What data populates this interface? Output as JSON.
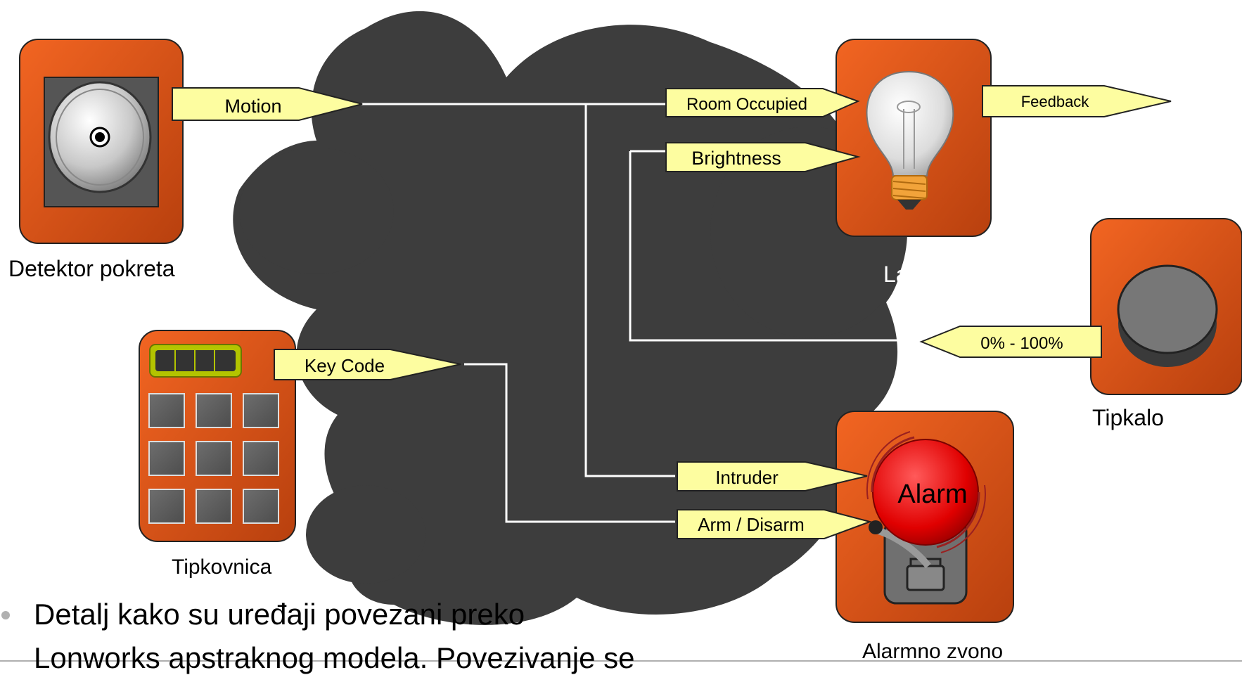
{
  "devices": {
    "motion_detector": {
      "caption": "Detektor pokreta"
    },
    "lamp": {
      "caption": "Lampa"
    },
    "button": {
      "caption": "Tipkalo"
    },
    "keypad": {
      "caption": "Tipkovnica"
    },
    "alarm": {
      "caption": "Alarmno zvono",
      "bell_text": "Alarm"
    }
  },
  "variables": {
    "motion": "Motion",
    "room_occupied": "Room Occupied",
    "feedback": "Feedback",
    "brightness": "Brightness",
    "percent": "0% - 100%",
    "key_code": "Key Code",
    "intruder": "Intruder",
    "arm_disarm": "Arm / Disarm"
  },
  "bullet": {
    "line1": "Detalj kako su uređaji povezani preko",
    "line2": "Lonworks apstraknog modela. Povezivanje se"
  },
  "colors": {
    "cloud": "#3d3d3d",
    "device_orange": "#e8541a",
    "label_yellow": "#fdfda0",
    "wire": "#ffffff"
  }
}
